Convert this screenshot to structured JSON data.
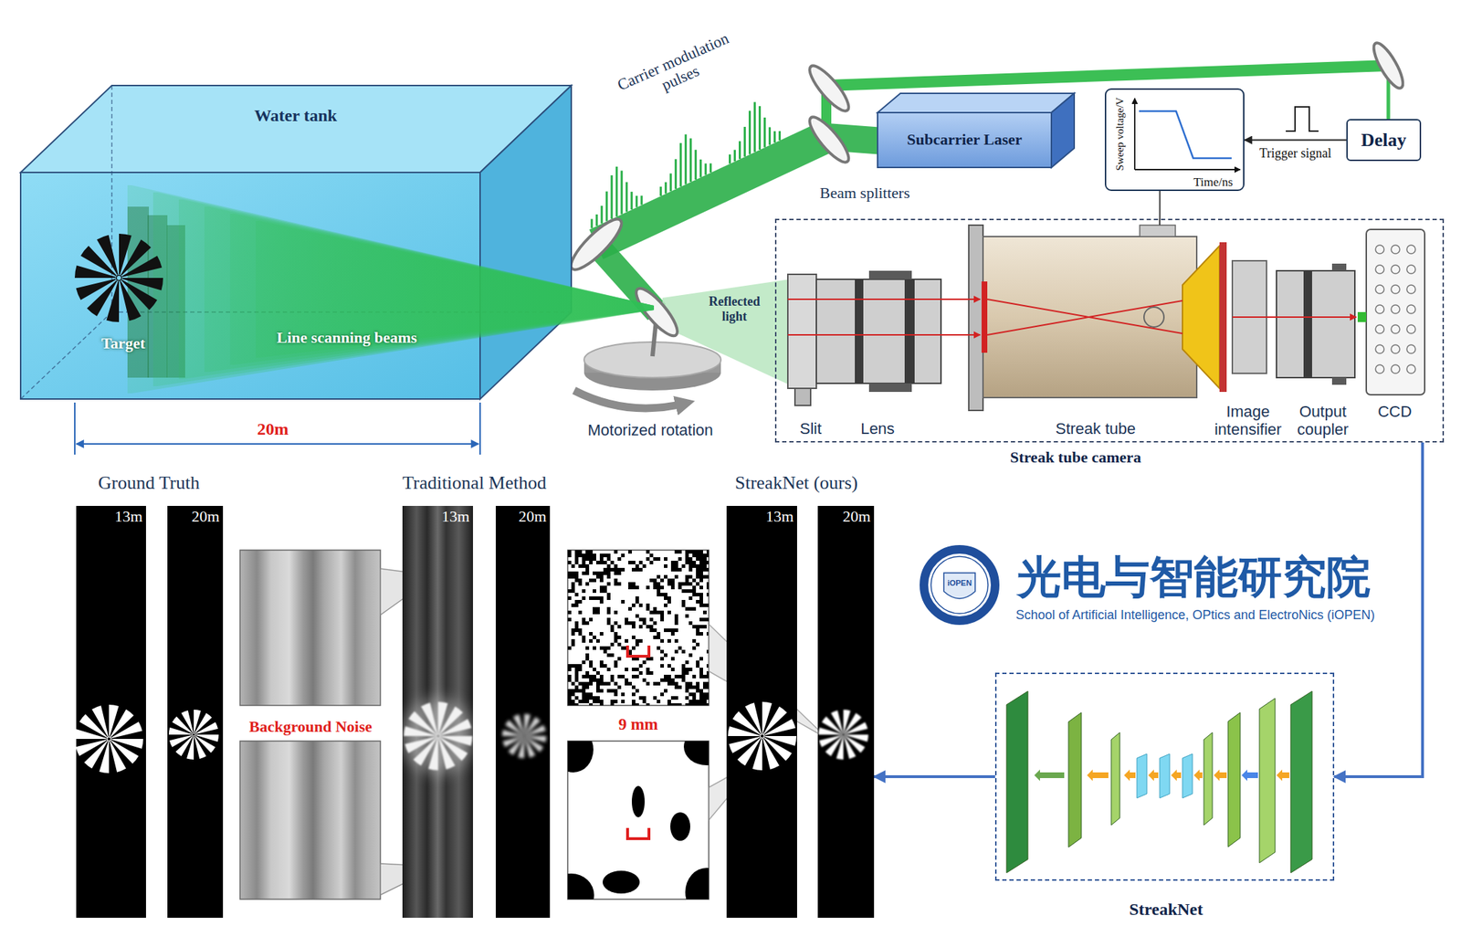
{
  "diagram": {
    "nodes": [
      {
        "text": [
          "Water tank",
          "Target",
          "Line scanning beams"
        ]
      },
      {
        "text": [
          "Subcarrier Laser"
        ]
      },
      {
        "text": [
          "Sweep voltage/V",
          "Time/ns"
        ]
      },
      {
        "text": [
          "Delay"
        ]
      },
      {
        "text": [
          "Streak tube camera"
        ]
      },
      {
        "text": [
          "13m"
        ]
      },
      {
        "text": [
          "20m"
        ]
      },
      {
        "text": [
          "13m"
        ]
      },
      {
        "text": [
          "20m"
        ]
      },
      {
        "text": [
          "13m"
        ]
      },
      {
        "text": [
          "20m"
        ]
      },
      {
        "text": [
          "StreakNet"
        ]
      }
    ],
    "edges": [
      {
        "from": 3,
        "to": 2,
        "arrow": "to",
        "label": "Trigger signal"
      },
      {
        "from": 2,
        "to": 4,
        "arrow": "none"
      },
      {
        "from": 4,
        "to": 11,
        "arrow": "to"
      },
      {
        "from": 11,
        "to": 10,
        "arrow": "to"
      }
    ],
    "labels": [
      "20m",
      "Carrier modulation pulses",
      "Beam splitters",
      "Reflected light",
      "Motorized rotation",
      "Slit",
      "Lens",
      "Streak tube",
      "Image intensifier",
      "Output coupler",
      "CCD",
      "Ground Truth",
      "Traditional Method",
      "StreakNet (ours)",
      "Background Noise",
      "9 mm",
      "iOPEN",
      "光电与智能研究院",
      "School of Artificial Intelligence, OPtics and ElectroNics (iOPEN)"
    ]
  }
}
